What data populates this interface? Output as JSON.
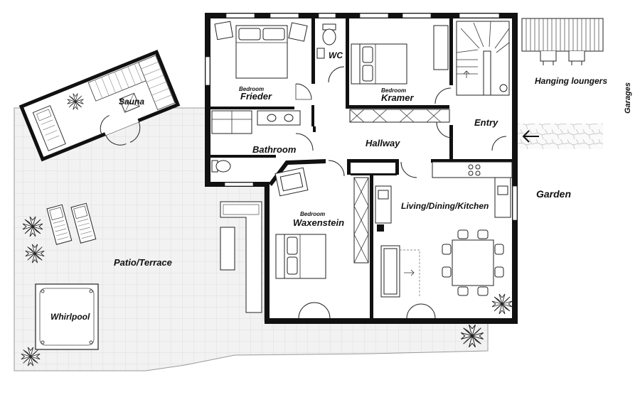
{
  "rooms": {
    "bedroom_frieder": {
      "prefix": "Bedroom",
      "name": "Frieder"
    },
    "wc": {
      "name": "WC"
    },
    "bedroom_kramer": {
      "prefix": "Bedroom",
      "name": "Kramer"
    },
    "entry": {
      "name": "Entry"
    },
    "bathroom": {
      "name": "Bathroom"
    },
    "hallway": {
      "name": "Hallway"
    },
    "bedroom_waxenstein": {
      "prefix": "Bedroom",
      "name": "Waxenstein"
    },
    "living": {
      "name": "Living/Dining/Kitchen"
    }
  },
  "outdoor": {
    "sauna": "Sauna",
    "patio": "Patio/Terrace",
    "whirlpool": "Whirlpool",
    "garden": "Garden",
    "hanging_loungers": "Hanging loungers",
    "garages": "Garages"
  },
  "colors": {
    "wall": "#111111",
    "terrace": "#f0f0f0",
    "tile_line": "#d6d6d6"
  }
}
